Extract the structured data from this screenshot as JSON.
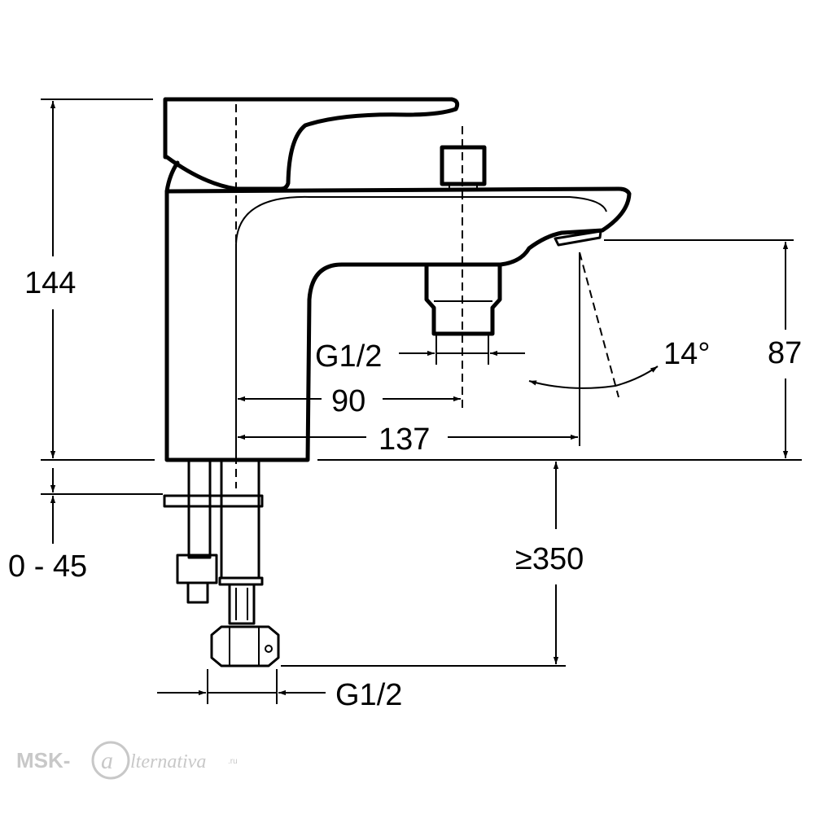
{
  "dimensions": {
    "height_total": "144",
    "spout_height": "87",
    "deck_thickness": "0 - 45",
    "clearance": "≥350",
    "outlet_thread": "G1/2",
    "inlet_thread": "G1/2",
    "centre_distance": "90",
    "reach": "137",
    "angle": "14°"
  },
  "watermark": {
    "prefix": "MSK-",
    "script": "lternativa",
    "suffix": ".ru"
  }
}
